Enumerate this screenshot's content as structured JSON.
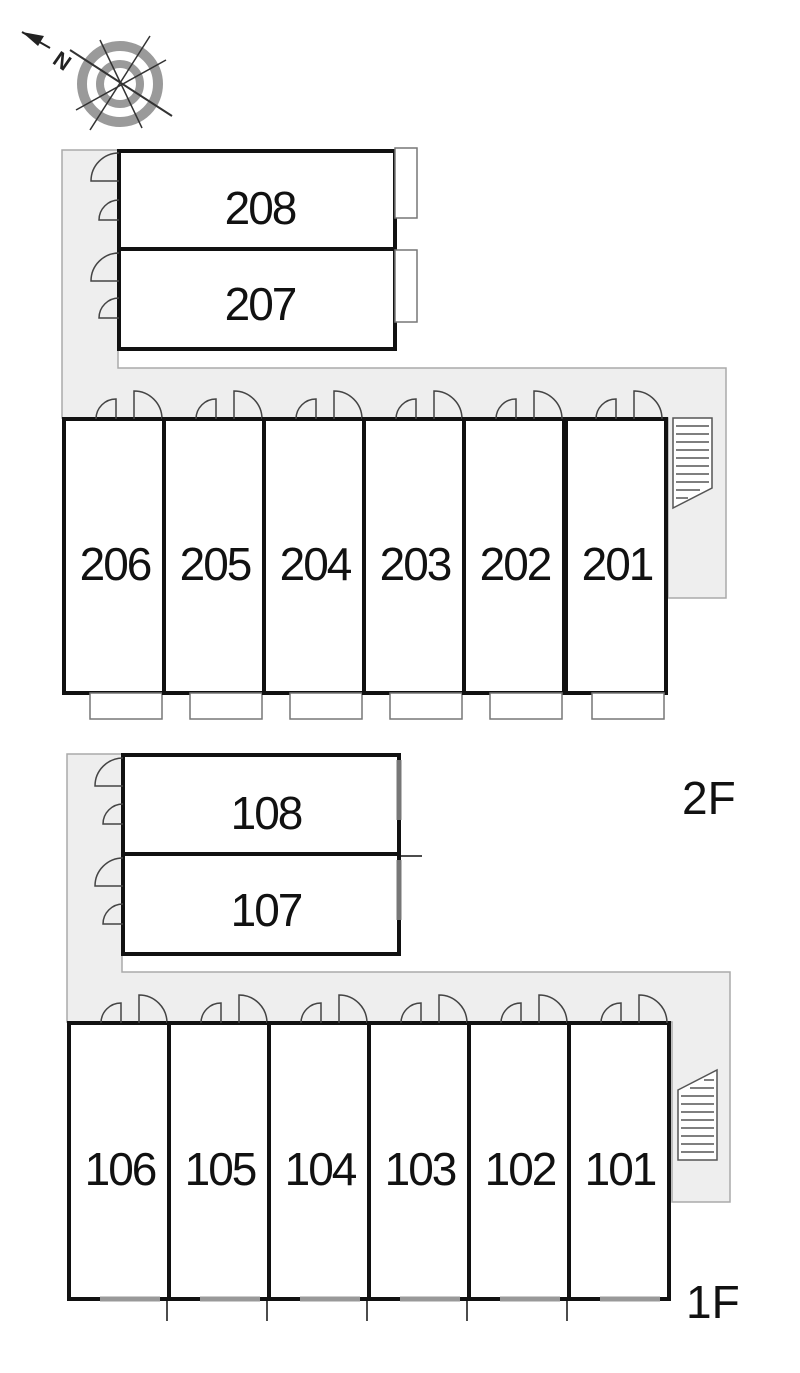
{
  "compass": {
    "north_label": "N"
  },
  "floors": [
    {
      "label": "2F",
      "rows": [
        {
          "rooms": [
            "208",
            "207"
          ]
        },
        {
          "rooms": [
            "206",
            "205",
            "204",
            "203",
            "202",
            "201"
          ]
        }
      ]
    },
    {
      "label": "1F",
      "rows": [
        {
          "rooms": [
            "108",
            "107"
          ]
        },
        {
          "rooms": [
            "106",
            "105",
            "104",
            "103",
            "102",
            "101"
          ]
        }
      ]
    }
  ]
}
